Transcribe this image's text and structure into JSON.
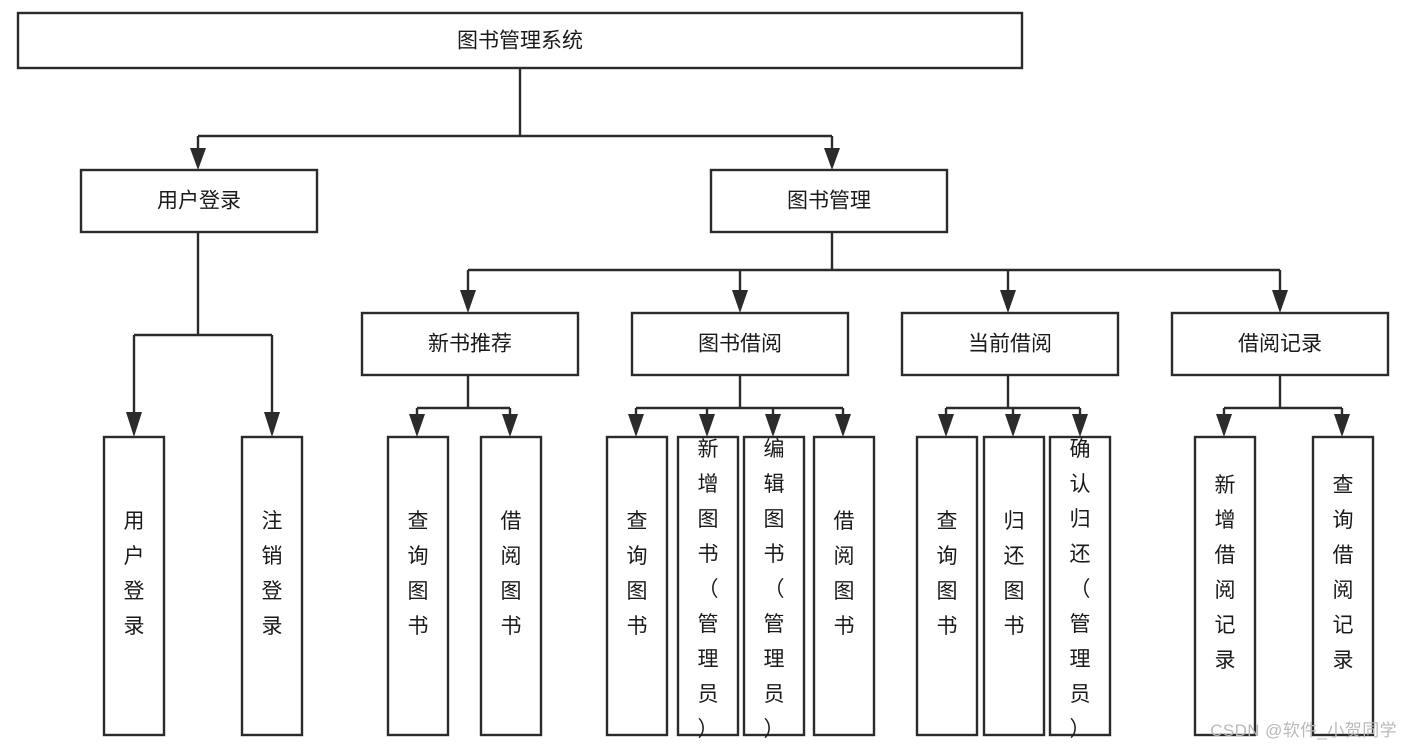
{
  "diagram": {
    "type": "tree-hierarchy",
    "title": "图书管理系统",
    "watermark": "CSDN @软件_小贺同学",
    "colors": {
      "stroke": "#2b2b2b",
      "node_fill": "#ffffff",
      "text": "#1a1a1a",
      "background": "#ffffff",
      "watermark": "#b9b9b9"
    },
    "root": {
      "label": "图书管理系统",
      "level": 1
    },
    "level2": [
      {
        "label": "用户登录"
      },
      {
        "label": "图书管理"
      }
    ],
    "level3": [
      {
        "label": "新书推荐"
      },
      {
        "label": "图书借阅"
      },
      {
        "label": "当前借阅"
      },
      {
        "label": "借阅记录"
      }
    ],
    "leaves": {
      "user_login": [
        {
          "label": "用户登录"
        },
        {
          "label": "注销登录"
        }
      ],
      "new_book_recommend": [
        {
          "label": "查询图书"
        },
        {
          "label": "借阅图书"
        }
      ],
      "book_borrow": [
        {
          "label": "查询图书"
        },
        {
          "label": "新增图书（管理员）"
        },
        {
          "label": "编辑图书（管理员）"
        },
        {
          "label": "借阅图书"
        }
      ],
      "current_borrow": [
        {
          "label": "查询图书"
        },
        {
          "label": "归还图书"
        },
        {
          "label": "确认归还（管理员）"
        }
      ],
      "borrow_records": [
        {
          "label": "新增借阅记录"
        },
        {
          "label": "查询借阅记录"
        }
      ]
    }
  }
}
